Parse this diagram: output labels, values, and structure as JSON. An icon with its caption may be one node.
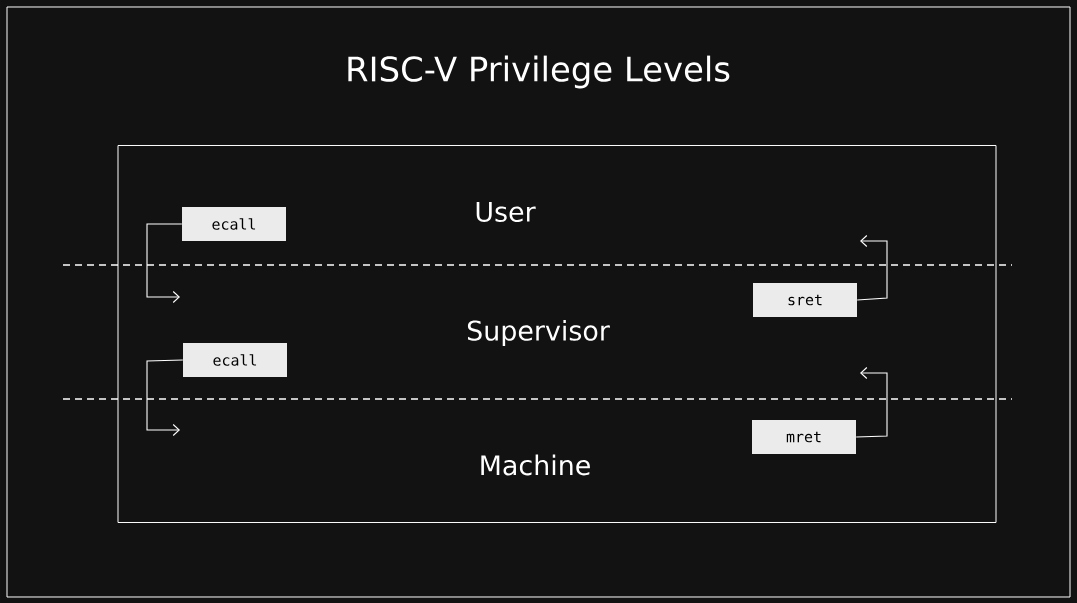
{
  "diagram": {
    "title": "RISC-V Privilege Levels",
    "nodes": [
      {
        "text": [],
        "shape": "box"
      },
      {
        "text": [
          "ecall"
        ],
        "in": 0
      },
      {
        "text": [
          "sret"
        ],
        "in": 0
      },
      {
        "text": [
          "ecall"
        ],
        "in": 0
      },
      {
        "text": [
          "mret"
        ],
        "in": 0
      }
    ],
    "edges": [
      {
        "from": 1,
        "to": null,
        "arrow": "to"
      },
      {
        "from": 2,
        "to": null,
        "arrow": "to"
      },
      {
        "from": 3,
        "to": null,
        "arrow": "to"
      },
      {
        "from": 4,
        "to": null,
        "arrow": "to"
      }
    ],
    "labels": [
      "User",
      "Supervisor",
      "Machine"
    ]
  }
}
